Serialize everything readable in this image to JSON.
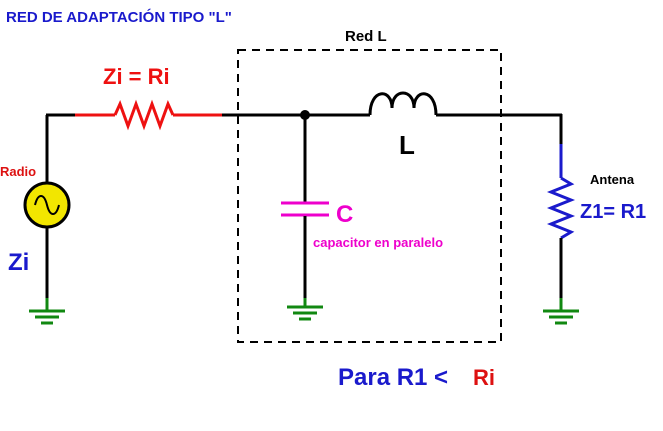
{
  "title": "RED DE ADAPTACIÓN TIPO \"L\"",
  "network_label": "Red L",
  "source": {
    "name": "Radio",
    "impedance": "Zi",
    "series_resistor": "Zi = Ri"
  },
  "inductor_label": "L",
  "capacitor": {
    "label": "C",
    "description": "capacitor en paralelo"
  },
  "load": {
    "name": "Antena",
    "impedance": "Z1= R1"
  },
  "condition": {
    "prefix": "Para R1 <",
    "value": "Ri"
  },
  "colors": {
    "title": "#1a1acc",
    "wire": "#000000",
    "resistor": "#ee1111",
    "source_fill": "#f2e600",
    "capacitor": "#ee00cc",
    "inductor": "#000000",
    "load": "#1a1acc",
    "ground": "#118811",
    "text_blue": "#1a1acc",
    "text_red": "#dd1111"
  }
}
